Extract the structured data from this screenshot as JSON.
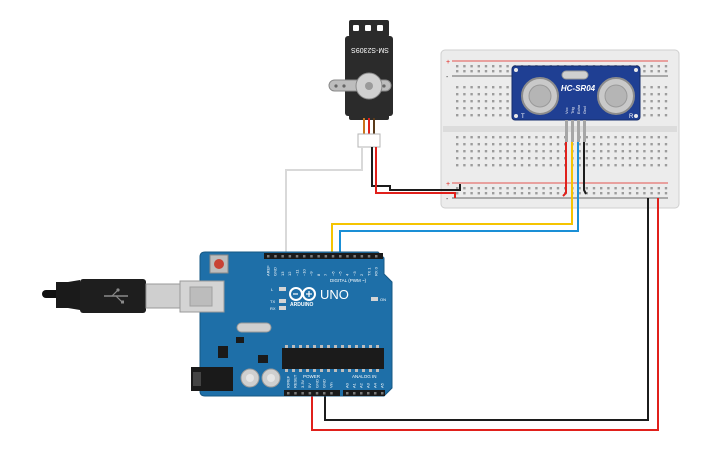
{
  "servo": {
    "model_label": "SM-S2309S",
    "color": "#2b2b2b"
  },
  "sensor": {
    "model_label": "HC-SR04",
    "left_mark": "T",
    "right_mark": "R",
    "pin_labels": [
      "Vcc",
      "Trig",
      "Echo",
      "Gnd"
    ],
    "color": "#1f3f93"
  },
  "arduino": {
    "brand_label": "ARDUINO",
    "model_label": "UNO",
    "on_label": "ON",
    "l_label": "L",
    "tx_label": "TX",
    "rx_label": "RX",
    "digital_label": "DIGITAL (PWM ~)",
    "power_label": "POWER",
    "analog_label": "ANALOG IN",
    "digital_pins": [
      "AREF",
      "GND",
      "13",
      "12",
      "~11",
      "~10",
      "~9",
      "8",
      "7",
      "~6",
      "~5",
      "4",
      "~3",
      "2",
      "TX 1",
      "RX 0"
    ],
    "power_pins": [
      "IOREF",
      "RESET",
      "3.3V",
      "5V",
      "GND",
      "GND",
      "Vin"
    ],
    "analog_pins": [
      "A0",
      "A1",
      "A2",
      "A3",
      "A4",
      "A5"
    ],
    "color": "#1e6fa8"
  },
  "breadboard": {
    "rail_marks": [
      "+",
      "-"
    ]
  },
  "wire_colors": {
    "red": "#e0201b",
    "black": "#1c1c1c",
    "white": "#d9d9d9",
    "yellow": "#f5c400",
    "blue": "#1a8fd6"
  }
}
